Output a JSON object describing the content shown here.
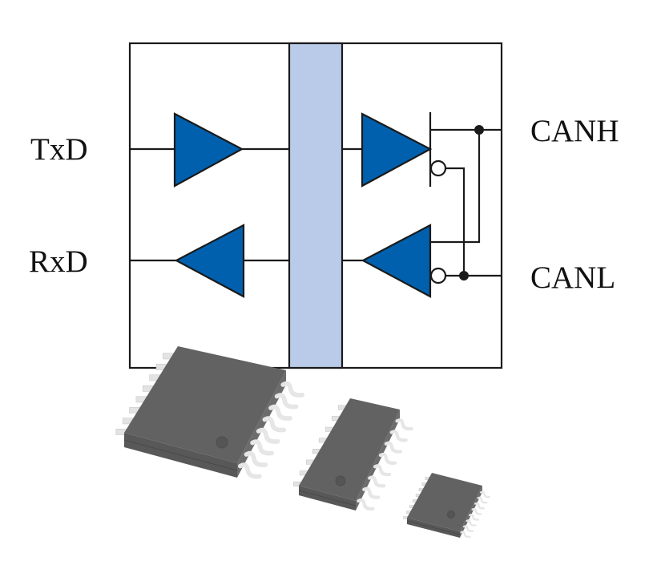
{
  "diagram": {
    "title": "CAN transceiver block diagram",
    "labels": {
      "txd": "TxD",
      "rxd": "RxD",
      "canh": "CANH",
      "canl": "CANL"
    },
    "colors": {
      "buffer_fill": "#0060ad",
      "isolation_bar": "#b9cbe8",
      "line": "#1a1a1a",
      "chip_body": "#626262",
      "chip_pin": "#e6e6e6"
    },
    "blocks": [
      {
        "name": "txd-input-buffer",
        "direction": "right"
      },
      {
        "name": "rxd-output-buffer",
        "direction": "left"
      },
      {
        "name": "can-driver",
        "direction": "right",
        "outputs": [
          "CANH",
          "CANL (inverted)"
        ]
      },
      {
        "name": "can-receiver",
        "direction": "left",
        "inputs": [
          "CANH",
          "CANL (inverted)"
        ]
      }
    ],
    "isolation_barrier": true,
    "packages": [
      {
        "name": "wide-body-soic-16",
        "pins": 16
      },
      {
        "name": "narrow-soic-16",
        "pins": 16
      },
      {
        "name": "small-ssop-16",
        "pins": 16
      }
    ]
  }
}
